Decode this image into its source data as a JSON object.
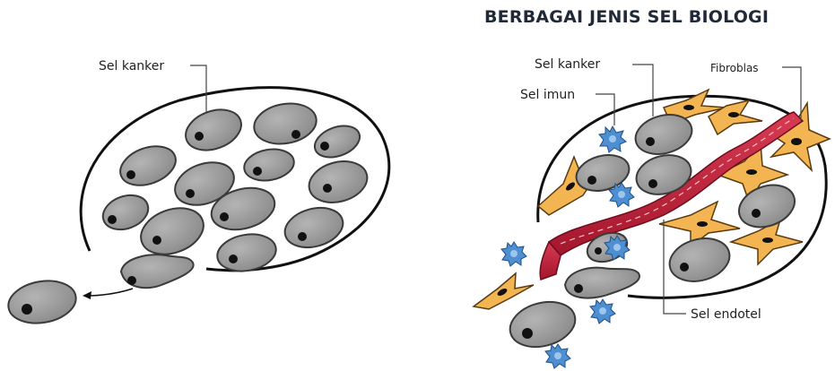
{
  "title": "BERBAGAI JENIS SEL BIOLOGI",
  "left_panel": {
    "labels": {
      "cancer_cell": "Sel kanker"
    }
  },
  "right_panel": {
    "labels": {
      "cancer_cell": "Sel kanker",
      "immune_cell": "Sel imun",
      "fibroblast": "Fibroblas",
      "endothelial_cell": "Sel endotel"
    }
  },
  "colors": {
    "cell_fill": "#9a9a9a",
    "cell_outline": "#3a3a3a",
    "nucleus": "#111111",
    "vessel": "#c0233a",
    "fibroblast": "#f2b552",
    "immune_cell": "#4d8fd1"
  }
}
